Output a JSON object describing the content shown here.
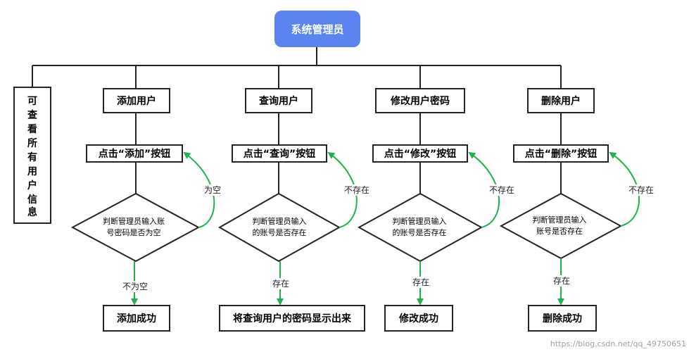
{
  "root": {
    "label": "系统管理员",
    "color": "#5b84f0"
  },
  "side": {
    "chars": [
      "可",
      "查",
      "看",
      "所",
      "有",
      "用",
      "户",
      "信",
      "息"
    ]
  },
  "columns": [
    {
      "title": "添加用户",
      "button": "点击“添加”按钮",
      "decision": [
        "判断管理员输入账",
        "号密码是否为空"
      ],
      "loop_label": "为空",
      "down_label": "不为空",
      "result": "添加成功"
    },
    {
      "title": "查询用户",
      "button": "点击“查询”按钮",
      "decision": [
        "判断管理员输入",
        "的账号是否存在"
      ],
      "loop_label": "不存在",
      "down_label": "存在",
      "result": "将查询用户的密码显示出来"
    },
    {
      "title": "修改用户密码",
      "button": "点击“修改”按钮",
      "decision": [
        "判断管理员输入",
        "的账号是否存在"
      ],
      "loop_label": "不存在",
      "down_label": "存在",
      "result": "修改成功"
    },
    {
      "title": "删除用户",
      "button": "点击“删除”按钮",
      "decision": [
        "判断管理员输入",
        "账号是否存在"
      ],
      "loop_label": "不存在",
      "down_label": "存在",
      "result": "删除成功"
    }
  ],
  "watermark": "https://blog.csdn.net/qq_49750651",
  "colors": {
    "arrow": "#22b14c",
    "line": "#222222"
  }
}
